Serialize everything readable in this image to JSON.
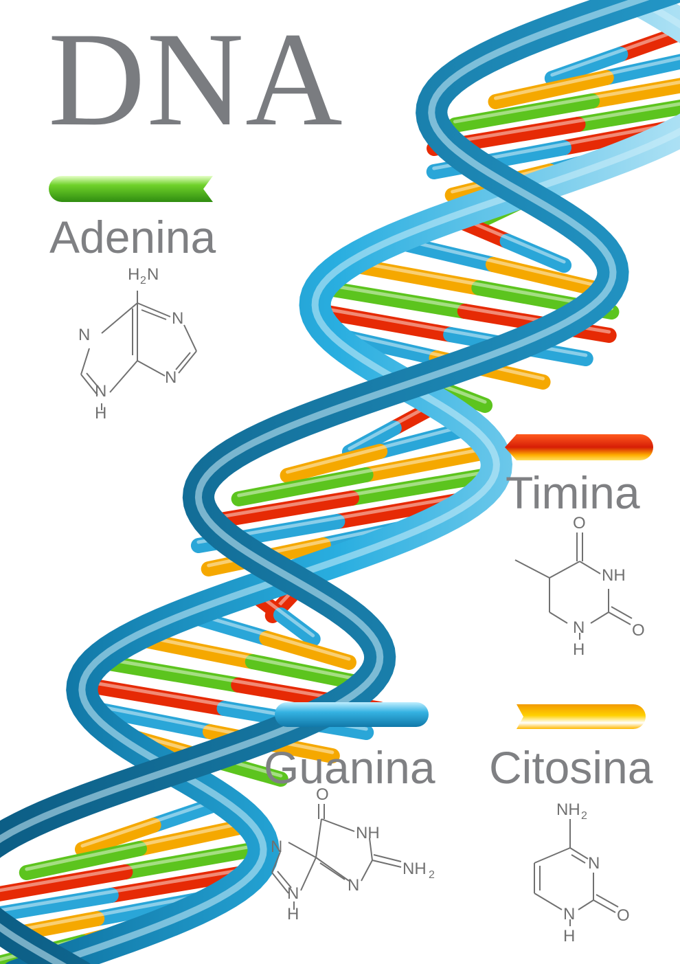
{
  "title": "DNA",
  "colors": {
    "adenine": "#5cc41e",
    "thymine": "#e62a05",
    "guanine": "#2aa6d8",
    "cytosine": "#f5a800",
    "backbone": "#1f9fd1",
    "text": "#7f8083"
  },
  "bases": [
    {
      "id": "adenina",
      "name": "Adenina",
      "color_key": "adenine",
      "atoms": {
        "amine": "H",
        "amine_h_count": "2",
        "amine_n": "N",
        "n1": "N",
        "n3": "N",
        "n7": "N",
        "n9": "N",
        "n9h": "H"
      }
    },
    {
      "id": "timina",
      "name": "Timina",
      "color_key": "thymine",
      "atoms": {
        "o4": "O",
        "n3h": "NH",
        "o2": "O",
        "n1": "N",
        "n1h": "H"
      }
    },
    {
      "id": "guanina",
      "name": "Guanina",
      "color_key": "guanine",
      "atoms": {
        "o6": "O",
        "n1h": "NH",
        "n3": "N",
        "amine": "NH",
        "amine_h_count": "2",
        "n7": "N",
        "n9": "N",
        "n9h": "H"
      }
    },
    {
      "id": "citosina",
      "name": "Citosina",
      "color_key": "cytosine",
      "atoms": {
        "amine": "NH",
        "amine_h_count": "2",
        "n3": "N",
        "o2": "O",
        "n1": "N",
        "n1h": "H"
      }
    }
  ]
}
